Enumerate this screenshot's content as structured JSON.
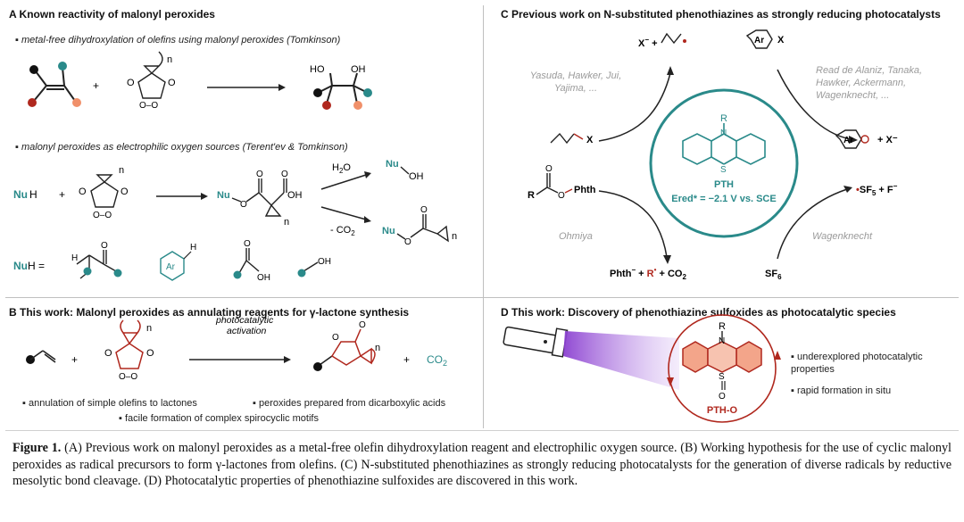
{
  "panelA": {
    "title": "A  Known reactivity of malonyl peroxides",
    "bullet1": "metal-free dihydroxylation of olefins using malonyl peroxides (Tomkinson)",
    "bullet2": "malonyl peroxides as electrophilic oxygen sources (Terent'ev & Tomkinson)",
    "nuh": "NuH",
    "nuh_eq": "NuH =",
    "h2o": "H2O",
    "co2_minus": "- CO2",
    "nu_oh": "Nu",
    "oh": "OH",
    "ho": "HO"
  },
  "panelB": {
    "title": "B  This work: Malonyl peroxides as annulating reagents for γ-lactone synthesis",
    "arrow_label1": "photocatalytic",
    "arrow_label2": "activation",
    "co2": "CO2",
    "b1": "annulation of simple olefins to lactones",
    "b2": "peroxides prepared from dicarboxylic acids",
    "b3": "facile formation of complex spirocyclic motifs"
  },
  "panelC": {
    "title": "C  Previous work on N-substituted phenothiazines as strongly reducing photocatalysts",
    "left_refs": "Yasuda, Hawker, Jui, Yajima, ...",
    "right_refs": "Read de Alaniz, Tanaka, Hawker, Ackermann, Wagenknecht, ...",
    "ohmiya": "Ohmiya",
    "wagenknecht": "Wagenknecht",
    "pth": "PTH",
    "ered": "Ered* = −2.1 V vs. SCE",
    "phth": "Phth",
    "products_bottom": "Phth⁻ + R• + CO2",
    "sf6": "SF6",
    "sf5": "•SF5 + F⁻",
    "x_minus": "X⁻ +",
    "ar_x": "X",
    "ar_radical": "+ X⁻"
  },
  "panelD": {
    "title": "D  This work: Discovery of phenothiazine sulfoxides as photocatalytic species",
    "pth_o": "PTH-O",
    "b1": "underexplored photocatalytic properties",
    "b2": "rapid formation in situ"
  },
  "caption": {
    "label": "Figure 1.",
    "text": "(A) Previous work on malonyl peroxides as a metal-free olefin dihydroxylation reagent and electrophilic oxygen source. (B) Working hypothesis for the use of cyclic malonyl peroxides as radical precursors to form γ-lactones from olefins. (C) N-substituted phenothiazines as strongly reducing photocatalysts for the generation of diverse radicals by reductive mesolytic bond cleavage. (D) Photocatalytic properties of phenothiazine sulfoxides are discovered in this work."
  },
  "colors": {
    "teal": "#2a8a8a",
    "red": "#b0281e",
    "orange": "#f0906a",
    "purple": "#9b59d0"
  }
}
